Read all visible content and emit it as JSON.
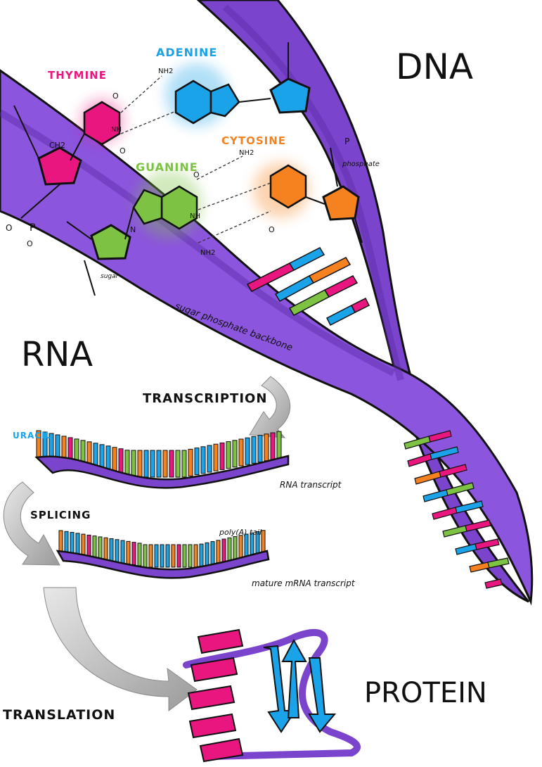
{
  "titles": {
    "dna": "DNA",
    "rna": "RNA",
    "protein": "PROTEIN"
  },
  "bases": {
    "thymine": "THYMINE",
    "adenine": "ADENINE",
    "cytosine": "CYTOSINE",
    "guanine": "GUANINE",
    "uracil": "URACIL"
  },
  "labels": {
    "phosphate": "phosphate",
    "sugar": "sugar",
    "backbone": "sugar phosphate backbone",
    "rna_transcript": "RNA transcript",
    "poly_a_tail": "poly(A) tail",
    "mature_mrna": "mature mRNA transcript"
  },
  "processes": {
    "transcription": "TRANSCRIPTION",
    "splicing": "SPLICING",
    "translation": "TRANSLATION"
  },
  "atoms": {
    "ch2": "CH2",
    "nh": "NH",
    "nh2": "NH2",
    "o": "O",
    "p": "P",
    "n": "N"
  },
  "colors": {
    "backbone": "#7a45cc",
    "backbone_dark": "#5a2aa8",
    "thymine": "#e8167e",
    "adenine": "#1aa3e8",
    "cytosine": "#f5821f",
    "guanine": "#7dc242",
    "uracil": "#1aa3e8",
    "arrow": "#b5b5b5",
    "ink": "#111111"
  }
}
